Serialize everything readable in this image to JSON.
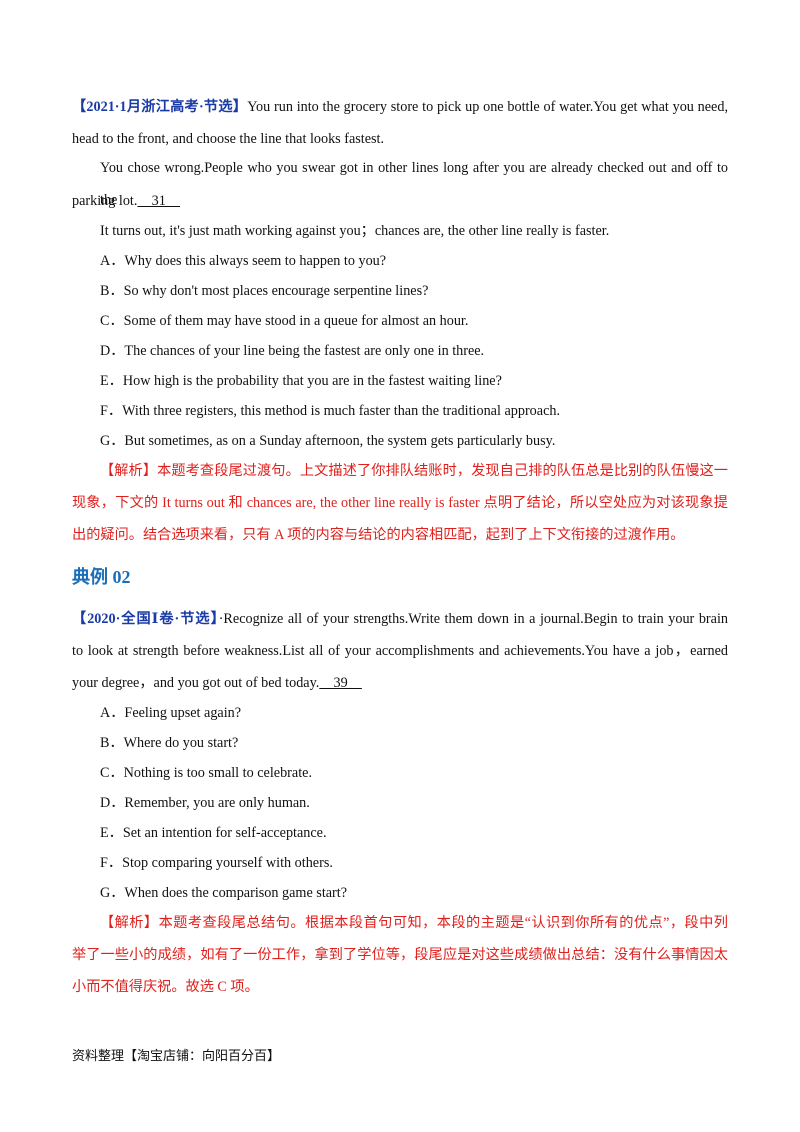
{
  "q1": {
    "source": "【2021·1月浙江高考·节选】",
    "p1_line1": "You run into the grocery store to pick up one bottle of water.You get what you need,",
    "p1_line2": "head to the front, and choose the line that looks fastest.",
    "p2_line1": "You chose wrong.People who you swear got in other lines long after you are already checked out and off to the",
    "p2_line2": "parking lot.",
    "blank": "    31    ",
    "p3": "It turns out, it's just math working against you；chances are, the other line really is faster.",
    "options": [
      "A．Why does this always seem to happen to you?",
      "B．So why don't most places encourage serpentine lines?",
      "C．Some of them may have stood in a queue for almost an hour.",
      "D．The chances of your line being the fastest are only one in three.",
      "E．How high is the probability that you are in the fastest waiting line?",
      "F．With three registers, this method is much faster than the traditional approach.",
      "G．But sometimes, as on a Sunday afternoon, the system gets particularly busy."
    ],
    "analysis_line1": "【解析】本题考查段尾过渡句。上文描述了你排队结账时，发现自己排的队伍总是比别的队伍慢这一",
    "analysis_line2": "现象，下文的 It turns out 和 chances are, the other line really is faster 点明了结论，所以空处应为对该现象提",
    "analysis_line3": "出的疑问。结合选项来看，只有 A 项的内容与结论的内容相匹配，起到了上下文衔接的过渡作用。"
  },
  "heading2": "典例 02",
  "q2": {
    "source": "【2020·全国Ⅰ卷·节选】",
    "p1_line1": "·Recognize all of your strengths.Write them down in a journal.Begin to train your brain",
    "p1_line2": "to look at strength before weakness.List all of your accomplishments and achievements.You have a job，earned",
    "p1_line3": "your degree，and you got out of bed today.",
    "blank": "    39    ",
    "options": [
      "A．Feeling upset again?",
      "B．Where do you start?",
      "C．Nothing is too small to celebrate.",
      "D．Remember, you are only human.",
      "E．Set an intention for self-acceptance.",
      "F．Stop comparing yourself with others.",
      "G．When does the comparison game start?"
    ],
    "analysis_line1": "【解析】本题考查段尾总结句。根据本段首句可知，本段的主题是“认识到你所有的优点”，段中列",
    "analysis_line2": "举了一些小的成绩，如有了一份工作，拿到了学位等，段尾应是对这些成绩做出总结：没有什么事情因太",
    "analysis_line3": "小而不值得庆祝。故选 C 项。"
  },
  "footer": "资料整理【淘宝店铺：向阳百分百】"
}
